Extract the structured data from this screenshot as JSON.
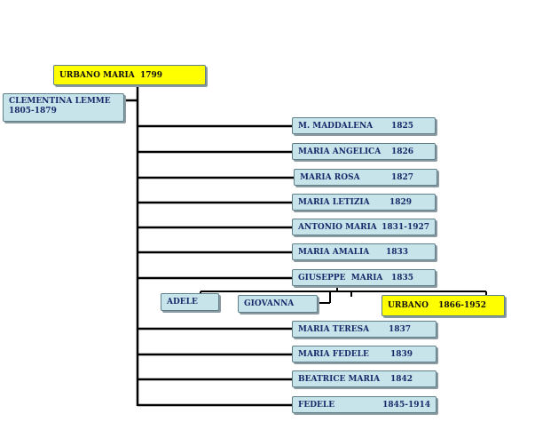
{
  "root": {
    "name": "URBANO MARIA",
    "dates": "1799"
  },
  "spouse": {
    "name": "CLEMENTINA LEMME",
    "dates": "1805-1879"
  },
  "children": [
    {
      "name": "M. MADDALENA",
      "dates": "1825"
    },
    {
      "name": "MARIA ANGELICA",
      "dates": "1826"
    },
    {
      "name": "MARIA ROSA",
      "dates": "1827"
    },
    {
      "name": "MARIA LETIZIA",
      "dates": "1829"
    },
    {
      "name": "ANTONIO MARIA",
      "dates": "1831-1927"
    },
    {
      "name": "MARIA AMALIA",
      "dates": "1833"
    },
    {
      "name": "GIUSEPPE  MARIA",
      "dates": "1835"
    },
    {
      "name": "MARIA TERESA",
      "dates": "1837"
    },
    {
      "name": "MARIA FEDELE",
      "dates": "1839"
    },
    {
      "name": "BEATRICE MARIA",
      "dates": "1842"
    },
    {
      "name": "FEDELE",
      "dates": "1845-1914"
    }
  ],
  "grandchildren": [
    {
      "name": "ADELE",
      "dates": ""
    },
    {
      "name": "GIOVANNA",
      "dates": ""
    },
    {
      "name": "URBANO",
      "dates": "1866-1952"
    }
  ],
  "colors": {
    "node": "#c6e4ea",
    "highlight": "#ffff00",
    "text": "#1a2a6a",
    "line": "#000000"
  }
}
